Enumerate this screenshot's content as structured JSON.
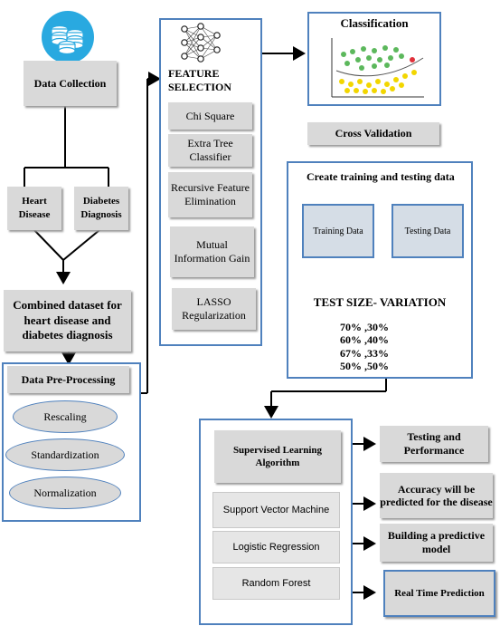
{
  "left": {
    "data_collection": "Data Collection",
    "heart_disease": "Heart\nDisease",
    "diabetes_diagnosis": "Diabetes\nDiagnosis",
    "combined_dataset": "Combined dataset for heart disease and diabetes diagnosis",
    "preprocessing_title": "Data Pre-Processing",
    "preprocessing_steps": [
      "Rescaling",
      "Standardization",
      "Normalization"
    ]
  },
  "feature_selection": {
    "title": "FEATURE\nSELECTION",
    "methods": [
      "Chi Square",
      "Extra Tree Classifier",
      "Recursive Feature Elimination",
      "Mutual Information Gain",
      "LASSO Regularization"
    ]
  },
  "right": {
    "classification": "Classification",
    "cross_validation": "Cross Validation",
    "split_title": "Create training and testing data",
    "training_data": "Training Data",
    "testing_data": "Testing Data",
    "test_size_title": "TEST SIZE- VARIATION",
    "splits": [
      "70% ,30%",
      "60% ,40%",
      "67% ,33%",
      "50% ,50%"
    ]
  },
  "bottom": {
    "supervised": "Supervised Learning Algorithm",
    "algorithms": [
      "Support Vector Machine",
      "Logistic Regression",
      "Random Forest"
    ],
    "outputs": [
      "Testing and Performance",
      "Accuracy will be predicted for the disease",
      "Building a predictive model",
      "Real Time Prediction"
    ]
  },
  "colors": {
    "frame_blue": "#4f81bd",
    "box_gray": "#d9d9d9",
    "db_icon": "#29a9e0",
    "dot_green": "#5cb85c",
    "dot_yellow": "#f2d600",
    "dot_red": "#e0303a"
  },
  "icons": [
    "database-icon",
    "neural-network-icon",
    "scatter-classification-icon"
  ]
}
